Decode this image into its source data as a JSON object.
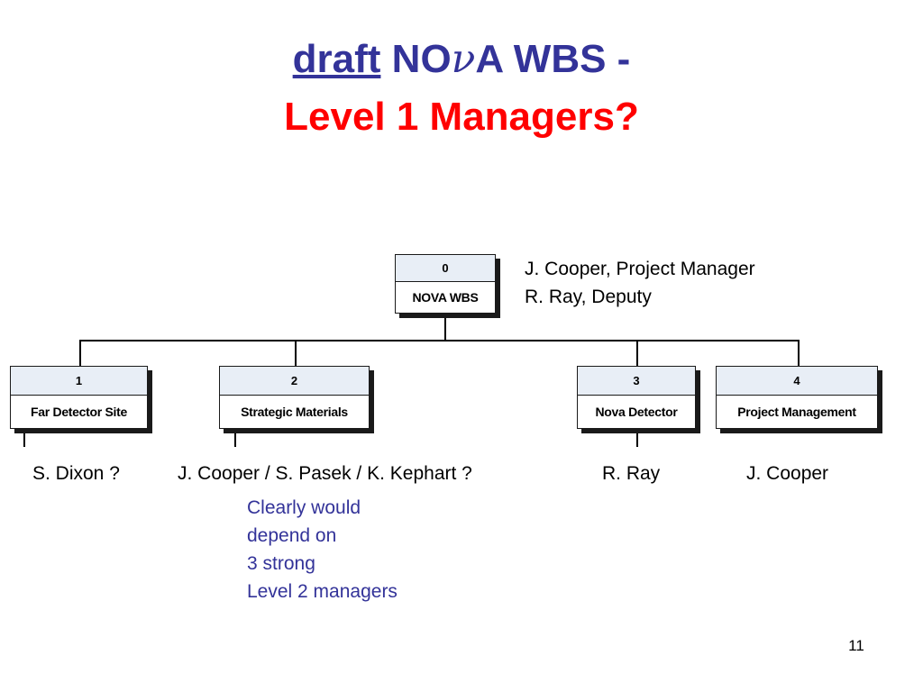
{
  "title": {
    "draft": "draft",
    "no": "NO",
    "nu": "ν",
    "rest": "A WBS -",
    "line2": "Level 1 Managers?"
  },
  "root": {
    "number": "0",
    "label": "NOVA WBS",
    "manager_line1": "J. Cooper, Project Manager",
    "manager_line2": "R. Ray, Deputy"
  },
  "level1": [
    {
      "number": "1",
      "label": "Far Detector Site",
      "manager": "S. Dixon ?"
    },
    {
      "number": "2",
      "label": "Strategic Materials",
      "manager": "J. Cooper / S. Pasek / K. Kephart ?"
    },
    {
      "number": "3",
      "label": "Nova Detector",
      "manager": "R. Ray"
    },
    {
      "number": "4",
      "label": "Project Management",
      "manager": "J. Cooper"
    }
  ],
  "note": {
    "line1": "Clearly would",
    "line2": "depend on",
    "line3": "3 strong",
    "line4": "Level 2 managers"
  },
  "slide_number": "11",
  "colors": {
    "title_blue": "#333399",
    "title_red": "#ff0000",
    "note_blue": "#333399"
  }
}
